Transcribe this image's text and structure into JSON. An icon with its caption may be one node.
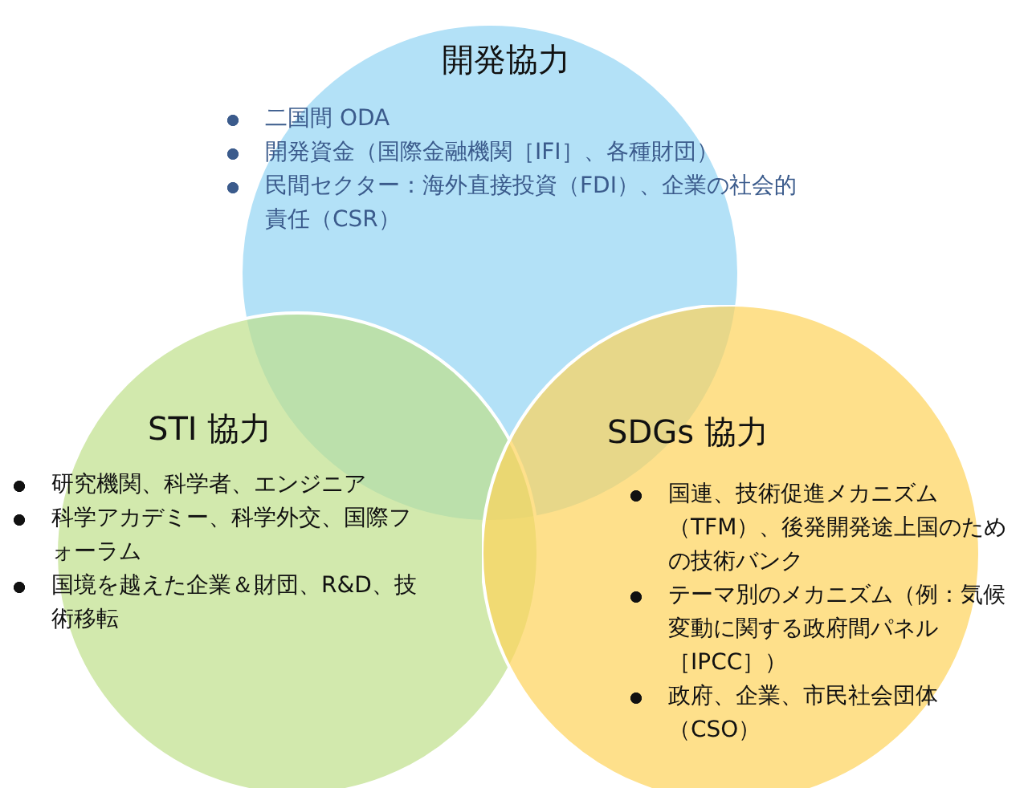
{
  "diagram": {
    "nodes": [
      {
        "text": [
          "開発協力",
          "二国間 ODA",
          "開発資金（国際金融機関［IFI］、各種財団）",
          "民間セクター：海外直接投資（FDI）、企業の社会的責任（CSR）"
        ]
      },
      {
        "text": [
          "STI 協力",
          "研究機関、科学者、エンジニア",
          "科学アカデミー、科学外交、国際フォーラム",
          "国境を越えた企業＆財団、R&D、技術移転"
        ]
      },
      {
        "text": [
          "SDGs 協力",
          "国連、技術促進メカニズム（TFM）、後発開発途上国のための技術バンク",
          "テーマ別のメカニズム（例：気候変動に関する政府間パネル［IPCC］）",
          "政府、企業、市民社会団体（CSO）"
        ]
      }
    ],
    "edges": []
  }
}
